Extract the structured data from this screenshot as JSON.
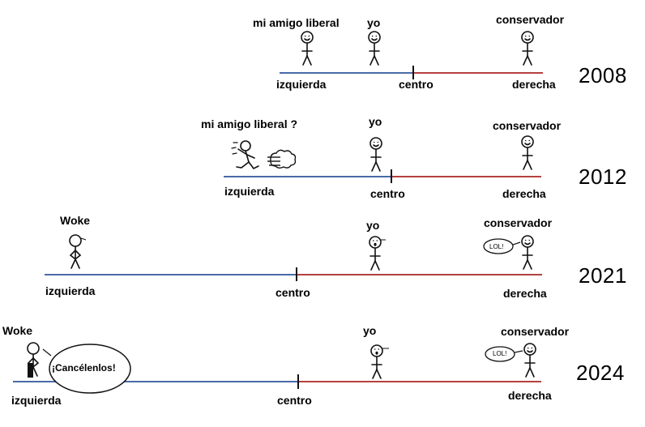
{
  "colors": {
    "left": "#4a6aa8",
    "right": "#b5413f",
    "ink": "#111111"
  },
  "panels": [
    {
      "year": "2008",
      "friend_label": "mi amigo liberal",
      "me_label": "yo",
      "conservative_label": "conservador",
      "left_label": "izquierda",
      "center_label": "centro",
      "right_label": "derecha"
    },
    {
      "year": "2012",
      "friend_label": "mi amigo liberal ?",
      "me_label": "yo",
      "conservative_label": "conservador",
      "left_label": "izquierda",
      "center_label": "centro",
      "right_label": "derecha"
    },
    {
      "year": "2021",
      "woke_label": "Woke",
      "me_label": "yo",
      "conservative_label": "conservador",
      "bubble": "LOL!",
      "left_label": "izquierda",
      "center_label": "centro",
      "right_label": "derecha"
    },
    {
      "year": "2024",
      "woke_label": "Woke",
      "woke_bubble": "¡Cancélenlos!",
      "me_label": "yo",
      "conservative_label": "conservador",
      "bubble": "LOL!",
      "left_label": "izquierda",
      "center_label": "centro",
      "right_label": "derecha"
    }
  ]
}
